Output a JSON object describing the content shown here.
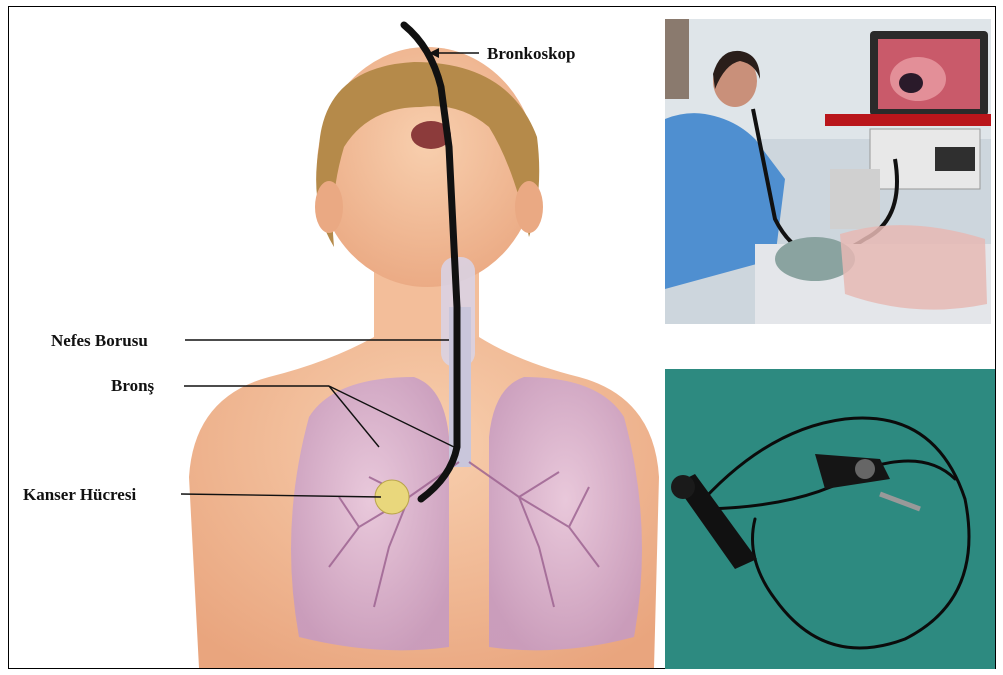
{
  "labels": {
    "bronkoskop": "Bronkoskop",
    "nefes_borusu": "Nefes Borusu",
    "bronş": "Bronş",
    "kanser_hucresi": "Kanser Hücresi"
  },
  "colors": {
    "frame": "#000000",
    "skin": "#f0b58f",
    "lung": "#d9b3d0",
    "lung_vessels": "#9a5f8e",
    "hair": "#b58a4a",
    "scope": "#111111",
    "drape": "#1f6e66",
    "gown": "#4f8fd0"
  },
  "panels": {
    "anatomy": "bronchoscopy-anatomy-illustration",
    "procedure_photo": "bronchoscopy-procedure-photo",
    "instrument_photo": "bronchoscope-instrument-photo"
  }
}
